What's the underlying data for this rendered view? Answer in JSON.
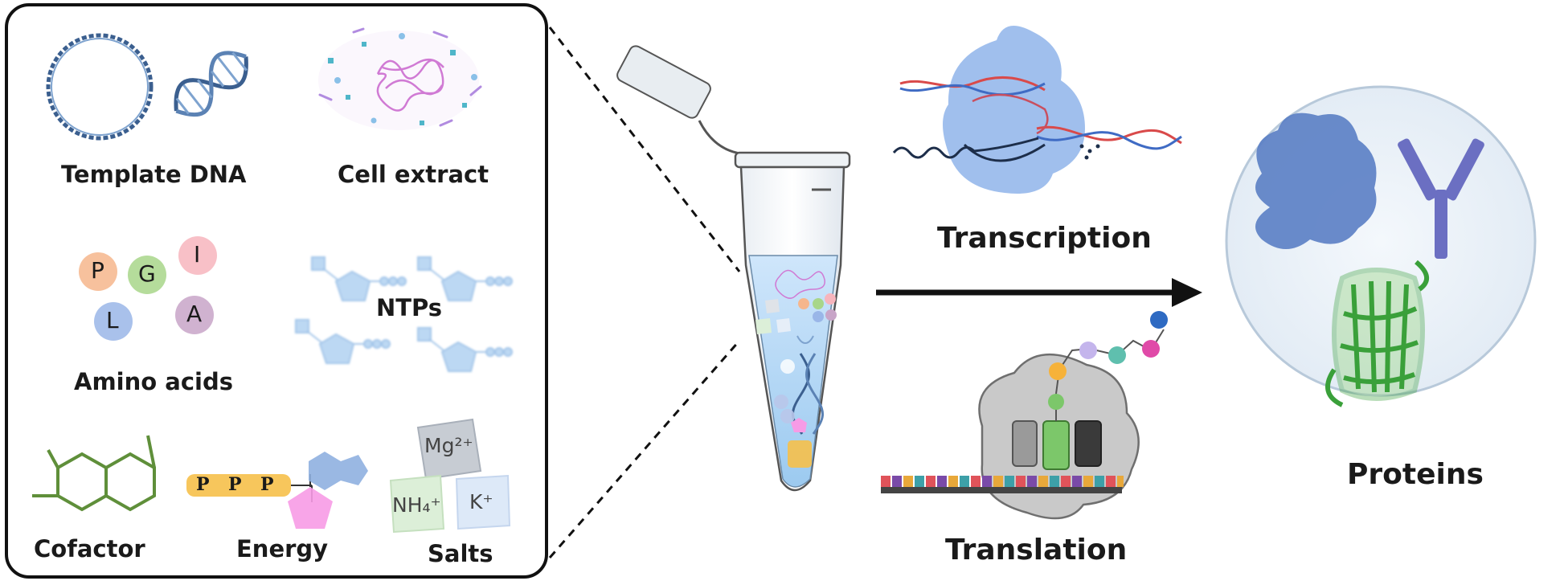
{
  "components": {
    "template_dna": "Template DNA",
    "cell_extract": "Cell extract",
    "amino_acids": "Amino acids",
    "ntps": "NTPs",
    "cofactor": "Cofactor",
    "energy": "Energy",
    "salts": "Salts"
  },
  "amino_letters": [
    "P",
    "G",
    "I",
    "L",
    "A"
  ],
  "phosphate_label": "P",
  "salts_ions": {
    "mg": "Mg²⁺",
    "nh4": "NH₄⁺",
    "k": "K⁺"
  },
  "processes": {
    "transcription": "Transcription",
    "translation": "Translation",
    "proteins": "Proteins"
  },
  "colors": {
    "dna_blue": "#3b5f8f",
    "ntp_blue": "#9fc3e8",
    "cofactor_green": "#5f8f3a",
    "energy_yellow": "#f2b01e",
    "energy_pink": "#f7a3e8",
    "rna_polymerase": "#8fb4ea",
    "ribosome_gray": "#bdbdbd",
    "protein_blue": "#5a7ec4",
    "antibody_purple": "#6b6fc2",
    "gfp_green": "#3aa03a"
  }
}
